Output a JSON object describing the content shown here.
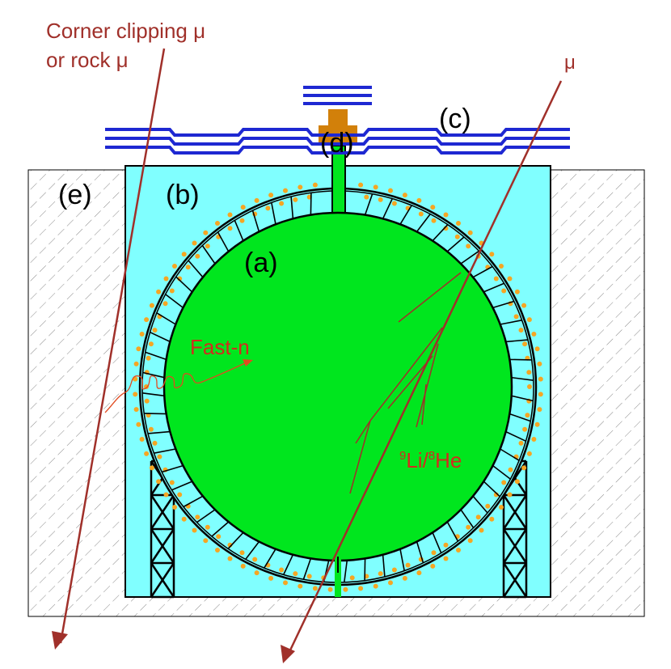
{
  "labels": {
    "corner_line1": "Corner clipping μ",
    "corner_line2": "or rock μ",
    "mu": "μ",
    "a": "(a)",
    "b": "(b)",
    "c": "(c)",
    "d": "(d)",
    "e": "(e)",
    "fast_n": "Fast-n",
    "li_sup": "9",
    "li_text": "Li/",
    "he_sup": "8",
    "he_text": "He"
  },
  "colors": {
    "muon_track": "#a0302a",
    "label_red": "#d42a1e",
    "water_pool": "#80ffff",
    "target": "#00e61e",
    "pmt": "#f5a623",
    "tracker": "#1e28d2",
    "calibration": "#d2800a",
    "rock_hatch": "#555555"
  }
}
